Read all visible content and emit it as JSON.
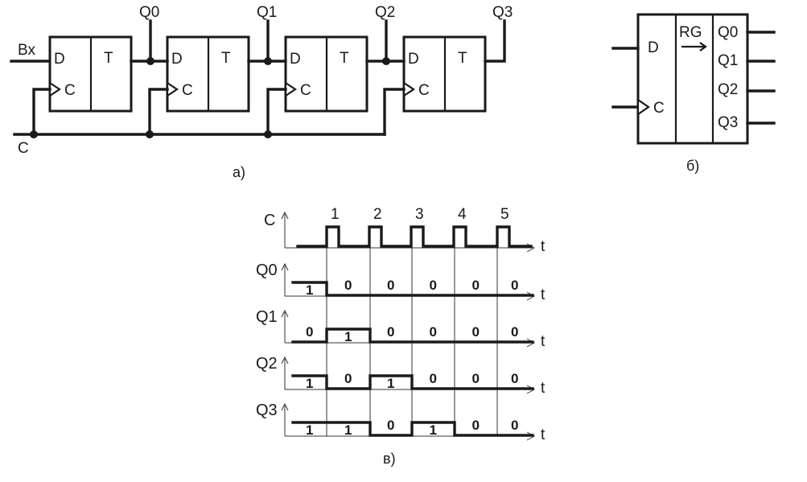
{
  "figure_a": {
    "caption": "а)",
    "input_label": "Вх",
    "clock_label": "C",
    "outputs": [
      "Q0",
      "Q1",
      "Q2",
      "Q3"
    ],
    "triggers": [
      {
        "d_label": "D",
        "c_label": "C",
        "t_label": "T"
      },
      {
        "d_label": "D",
        "c_label": "C",
        "t_label": "T"
      },
      {
        "d_label": "D",
        "c_label": "C",
        "t_label": "T"
      },
      {
        "d_label": "D",
        "c_label": "C",
        "t_label": "T"
      }
    ]
  },
  "figure_b": {
    "caption": "б)",
    "d_label": "D",
    "c_label": "C",
    "rg_label": "RG",
    "shift_arrow": "→",
    "outputs": [
      "Q0",
      "Q1",
      "Q2",
      "Q3"
    ]
  },
  "figure_c": {
    "caption": "в)",
    "clock_label": "C",
    "time_label": "t",
    "pulse_numbers": [
      "1",
      "2",
      "3",
      "4",
      "5"
    ],
    "signals": [
      {
        "name": "Q0",
        "levels": [
          1,
          0,
          0,
          0,
          0,
          0
        ],
        "labels": [
          "1",
          "0",
          "0",
          "0",
          "0",
          "0"
        ]
      },
      {
        "name": "Q1",
        "levels": [
          0,
          1,
          0,
          0,
          0,
          0
        ],
        "labels": [
          "0",
          "1",
          "0",
          "0",
          "0",
          "0"
        ]
      },
      {
        "name": "Q2",
        "levels": [
          1,
          0,
          1,
          0,
          0,
          0
        ],
        "labels": [
          "1",
          "0",
          "1",
          "0",
          "0",
          "0"
        ]
      },
      {
        "name": "Q3",
        "levels": [
          1,
          1,
          0,
          1,
          0,
          0
        ],
        "labels": [
          "1",
          "1",
          "0",
          "1",
          "0",
          "0"
        ]
      }
    ]
  },
  "icons": {
    "clock_input": "triangle-clock-icon",
    "axis_arrow": "arrow-right-icon",
    "axis_up": "arrow-up-icon"
  }
}
